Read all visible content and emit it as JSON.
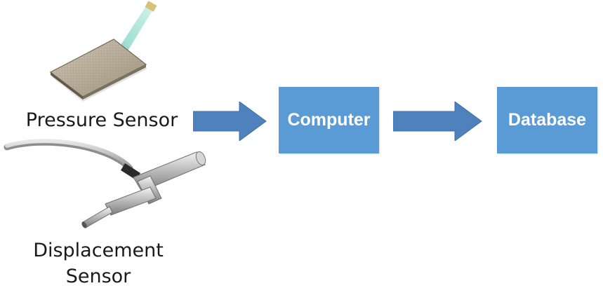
{
  "sensors": {
    "pressure_label": "Pressure Sensor",
    "displacement_label_line1": "Displacement",
    "displacement_label_line2": "Sensor"
  },
  "boxes": {
    "computer_label": "Computer",
    "database_label": "Database"
  },
  "colors": {
    "box_fill": "#5b9bd5",
    "arrow_fill": "#4f81bd",
    "box_text": "#ffffff",
    "label_text": "#1a1a1a"
  },
  "icons": {
    "pressure_sensor": "pressure-sensor-pad-icon",
    "displacement_sensor": "displacement-sensor-probe-icon",
    "flow_arrow": "right-arrow-icon"
  }
}
